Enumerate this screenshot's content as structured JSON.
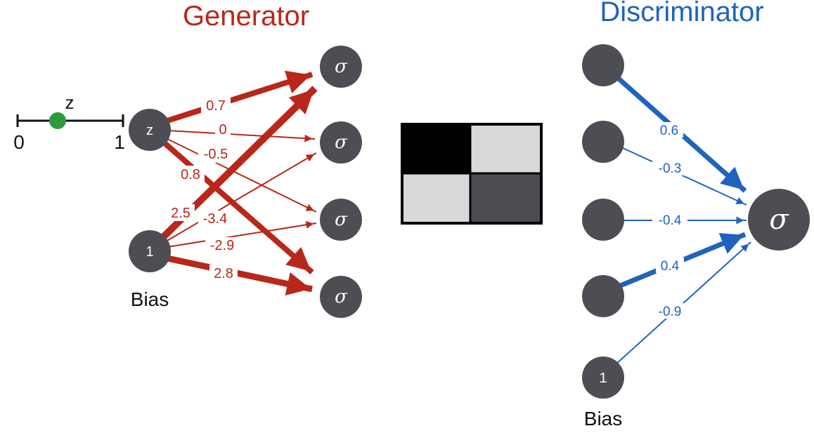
{
  "colors": {
    "generator": "#b8271a",
    "discriminator": "#1f63bd",
    "node": "#4d4e53",
    "slider_dot": "#2e9a3e"
  },
  "generator": {
    "title": "Generator",
    "slider": {
      "var_label": "z",
      "min_label": "0",
      "max_label": "1",
      "value": 0.38
    },
    "input_node_label": "z",
    "bias_node_label": "1",
    "bias_caption": "Bias",
    "output_symbol": "σ",
    "weights": {
      "z_to_o1": "0.7",
      "z_to_o2": "0",
      "z_to_o3": "-0.5",
      "z_to_o4": "0.8",
      "b_to_o1": "2.5",
      "b_to_o2": "-3.4",
      "b_to_o3": "-2.9",
      "b_to_o4": "2.8"
    }
  },
  "image_grid": {
    "cells": [
      "#000000",
      "#d8d9db",
      "#d8d9db",
      "#4b4d52"
    ]
  },
  "discriminator": {
    "title": "Discriminator",
    "bias_node_label": "1",
    "bias_caption": "Bias",
    "output_symbol": "σ",
    "weights": {
      "w1": "0.6",
      "w2": "-0.3",
      "w3": "-0.4",
      "w4": "0.4",
      "w5": "-0.9"
    }
  }
}
